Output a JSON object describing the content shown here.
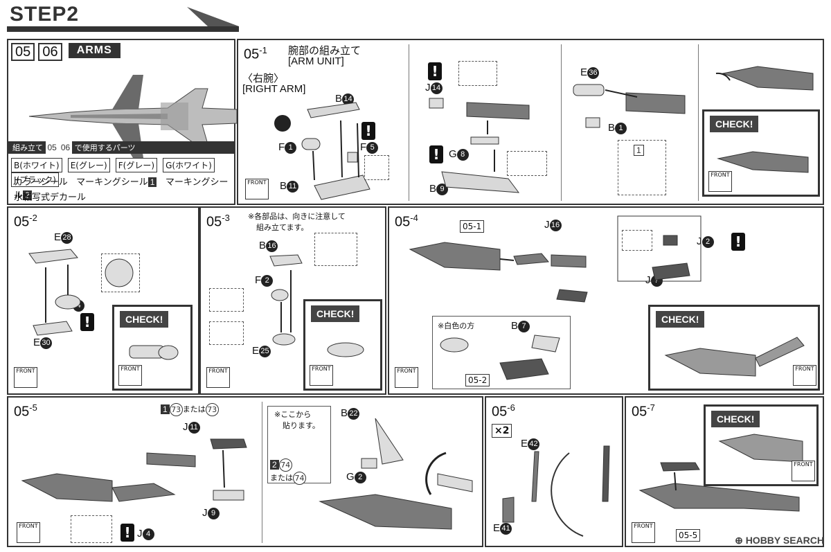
{
  "header": {
    "step_title": "STEP2"
  },
  "intro": {
    "step_a": "05",
    "step_b": "06",
    "title": "ARMS",
    "parts_caption_pre": "組み立て",
    "parts_caption_post": "で使用するパーツ",
    "parts": [
      "B(ホワイト)",
      "E(グレー)",
      "F(グレー)",
      "G(ホワイト)",
      "J(ブラック)"
    ],
    "seal_color": "カラーシール",
    "seal_marking_1": "マーキングシール",
    "seal_marking_1_num": "1",
    "seal_marking_2": "マーキングシール",
    "seal_marking_2_num": "2",
    "decal": "水転写式デカール"
  },
  "step_05_1": {
    "num": "05",
    "sub": "-1",
    "title_jp": "腕部の組み立て",
    "title_en": "[ARM UNIT]",
    "sub_jp": "〈右腕〉",
    "sub_en": "[RIGHT ARM]",
    "parts_a": [
      "B",
      "14",
      "F",
      "1",
      "F",
      "5",
      "B",
      "11"
    ],
    "parts_b": [
      "J",
      "14",
      "G",
      "8",
      "B",
      "9"
    ],
    "parts_c": [
      "E",
      "36",
      "B",
      "1"
    ],
    "sticker_num": "1",
    "check": "CHECK!"
  },
  "step_05_2": {
    "num": "05",
    "sub": "-2",
    "parts": [
      "E",
      "28",
      "F",
      "4",
      "E",
      "30"
    ],
    "check": "CHECK!"
  },
  "step_05_3": {
    "num": "05",
    "sub": "-3",
    "note_1": "※各部品は、向きに注意して",
    "note_2": "組み立てます。",
    "parts": [
      "B",
      "16",
      "F",
      "2",
      "E",
      "25"
    ],
    "check": "CHECK!"
  },
  "step_05_4": {
    "num": "05",
    "sub": "-4",
    "ref_1": "05-1",
    "ref_2": "05-2",
    "parts": [
      "J",
      "16",
      "J",
      "2",
      "J",
      "7",
      "B",
      "7"
    ],
    "note_white": "※白色の方",
    "check": "CHECK!"
  },
  "step_05_5": {
    "num": "05",
    "sub": "-5",
    "sticker_line_a": "1",
    "sticker_line_b": "73",
    "sticker_or": "または",
    "sticker_line_c": "73",
    "parts": [
      "J",
      "11",
      "J",
      "9",
      "J",
      "4"
    ],
    "note_1": "※ここから",
    "note_2": "貼ります。",
    "parts_b": [
      "B",
      "22",
      "G",
      "2"
    ],
    "sticker_2": "2",
    "sticker_74": "74",
    "sticker_74b": "74"
  },
  "step_05_6": {
    "num": "05",
    "sub": "-6",
    "times": "×2",
    "parts": [
      "E",
      "42",
      "E",
      "41"
    ]
  },
  "step_05_7": {
    "num": "05",
    "sub": "-7",
    "check": "CHECK!",
    "ref": "05-5"
  },
  "front_label": "FRONT",
  "watermark": "HOBBY SEARCH",
  "colors": {
    "ink": "#111111",
    "panel_border": "#333333",
    "part_gray": "#7a7a7a",
    "part_light": "#d8d8d8",
    "arrow_gray": "#9a9a9a"
  }
}
